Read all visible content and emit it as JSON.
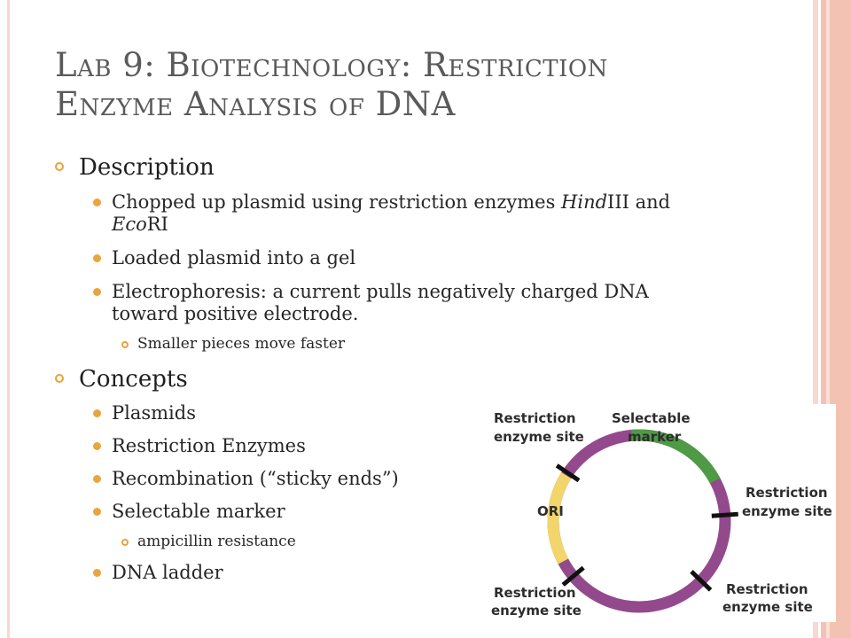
{
  "title": {
    "line1": "Lab 9: Biotechnology: Restriction",
    "line2": "Enzyme Analysis of DNA"
  },
  "sections": [
    {
      "heading": "Description",
      "items": [
        {
          "pre": "Chopped up plasmid using restriction enzymes ",
          "it1": "Hind",
          "mid": "III and ",
          "it2": "Eco",
          "post": "RI"
        },
        {
          "text": "Loaded plasmid into a gel"
        },
        {
          "text": "Electrophoresis: a current pulls negatively charged DNA toward positive electrode.",
          "sub": [
            "Smaller pieces move faster"
          ]
        }
      ]
    },
    {
      "heading": "Concepts",
      "items": [
        {
          "text": "Plasmids"
        },
        {
          "text": "Restriction Enzymes"
        },
        {
          "text": "Recombination (“sticky ends”)"
        },
        {
          "text": "Selectable marker",
          "sub": [
            "ampicillin resistance"
          ]
        },
        {
          "text": "DNA ladder"
        }
      ]
    }
  ],
  "diagram": {
    "labels": {
      "top_left_1": "Restriction",
      "top_left_2": "enzyme site",
      "top_mid_1": "Selectable",
      "top_mid_2": "marker",
      "right_1": "Restriction",
      "right_2": "enzyme site",
      "ori": "ORI",
      "bottom_left_1": "Restriction",
      "bottom_left_2": "enzyme site",
      "bottom_right_1": "Restriction",
      "bottom_right_2": "enzyme site"
    },
    "colors": {
      "backbone": "#934a8d",
      "marker": "#4f9a45",
      "ori": "#f2d56b",
      "cut": "#111111",
      "bullet": "#e8a33d"
    }
  }
}
